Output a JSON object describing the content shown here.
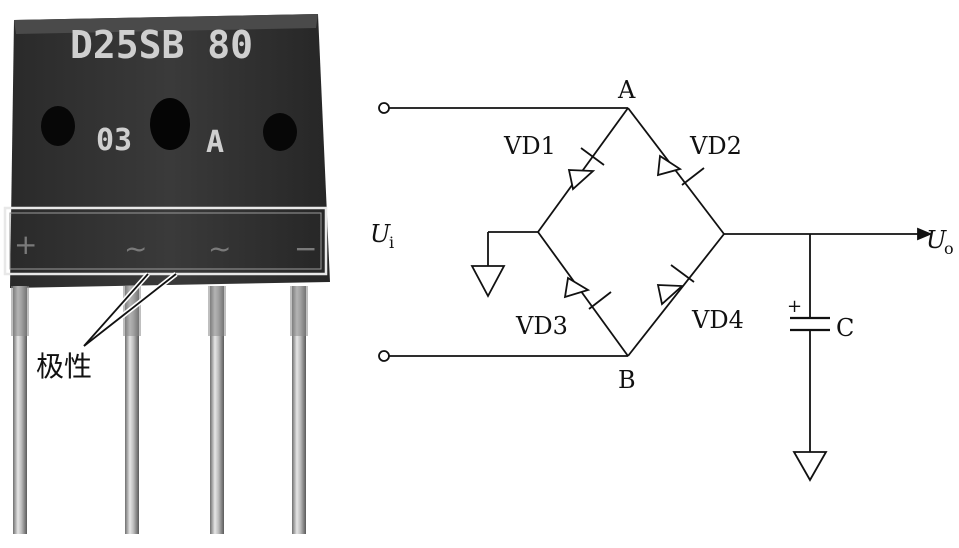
{
  "component": {
    "part_number": "D25SB 80",
    "code": "03",
    "grade": "A",
    "polarity_marks": [
      "+",
      "~",
      "~",
      "−"
    ],
    "callout_label": "极性"
  },
  "circuit": {
    "node_top": "A",
    "node_bottom": "B",
    "input_label": "U",
    "input_sub": "i",
    "output_label": "U",
    "output_sub": "o",
    "diodes": [
      "VD1",
      "VD2",
      "VD3",
      "VD4"
    ],
    "capacitor_label": "C",
    "capacitor_polarity": "+"
  }
}
